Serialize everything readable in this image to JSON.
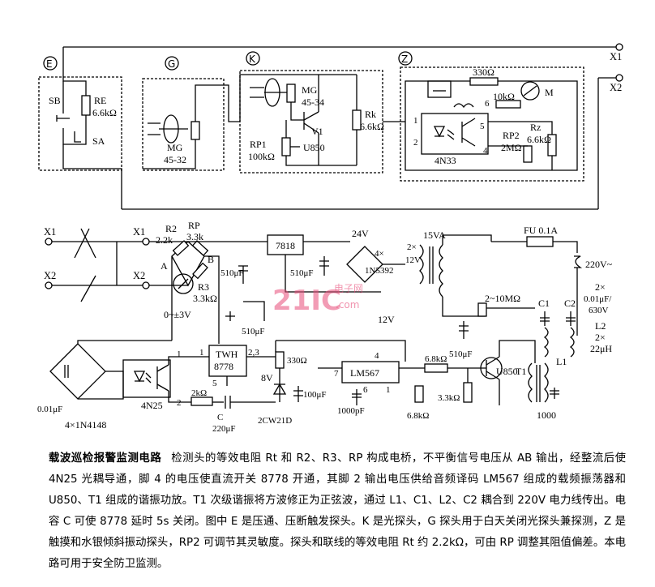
{
  "labels": {
    "E": "E",
    "G": "G",
    "K": "K",
    "Z": "Z",
    "X1": "X1",
    "X2": "X2",
    "SB": "SB",
    "SA": "SA",
    "RE": "RE",
    "RE_val": "6.6kΩ",
    "MG": "MG",
    "MG_G_val": "45-32",
    "MG_K_val": "45-34",
    "RP1": "RP1",
    "RP1_val": "100kΩ",
    "V1": "V1",
    "U850": "U850",
    "Rk": "Rk",
    "Rk_val": "6.6kΩ",
    "R330_top": "330Ω",
    "R10k": "10kΩ",
    "M": "M",
    "pin1": "1",
    "pin2": "2",
    "pin4": "4",
    "pin5": "5",
    "pin6": "6",
    "N33": "4N33",
    "RP2": "RP2",
    "RP2_val": "2MΩ",
    "Rz": "Rz",
    "Rz_val": "6.6kΩ",
    "R2": "R2",
    "R2_val": "2.2k",
    "RP": "RP",
    "RP_val": "3.3k",
    "A": "A",
    "B": "B",
    "R3": "R3",
    "R3_val": "3.3kΩ",
    "meter": "0~±3V",
    "IC7818": "7818",
    "C510a": "510μF",
    "C510b": "510μF",
    "C510c": "510μF",
    "C510d": "510μF",
    "V24": "24V",
    "bridge_top": "4×",
    "bridge_top2": "1N5392",
    "V12": "12V",
    "T_2x": "2×",
    "T_12V": "12V",
    "VA15": "15VA",
    "FU": "FU 0.1A",
    "AC220": "220V~",
    "R2_10M": "2~10MΩ",
    "C1": "C1",
    "C2": "C2",
    "C2x": "2×",
    "C2_val": "0.01μF/",
    "C2_volt": "630V",
    "L2": "L2",
    "L2x": "2×",
    "L2_val": "22μH",
    "L1": "L1",
    "T1": "T1",
    "C1000": "1000",
    "TWH": "TWH",
    "TWH_n": "8778",
    "t1": "1",
    "t23": "2,3",
    "t5": "5",
    "R330": "330Ω",
    "V8": "8V",
    "C100": "100μF",
    "Z2CW": "2CW21D",
    "LM567": "LM567",
    "l4": "4",
    "l7": "7",
    "l6": "6",
    "l1": "1",
    "C1000u": "1000pF",
    "R68a": "6.8kΩ",
    "R33": "3.3kΩ",
    "R68b": "6.8kΩ",
    "U850b": "U850",
    "C001": "0.01μF",
    "D4": "4×1N4148",
    "N25": "4N25",
    "n1": "1",
    "n2": "2",
    "R2k": "2kΩ",
    "Ccap": "C",
    "C220": "220μF"
  },
  "watermark": {
    "main": "21IC",
    "sub": "电子网",
    "site": ".com"
  },
  "caption": {
    "title": "载波巡检报警监测电路",
    "body": "检测头的等效电阻 Rt 和 R2、R3、RP 构成电桥，不平衡信号电压从 AB 输出，经整流后使 4N25 光耦导通，脚 4 的电压使直流开关 8778 开通，其脚 2 输出电压供给音频译码 LM567 组成的载频振荡器和 U850、T1 组成的谐振功放。T1 次级谐振将方波修正为正弦波，通过 L1、C1、L2、C2 耦合到 220V 电力线传出。电容 C 可使 8778 延时 5s 关闭。图中 E 是压通、压断触发探头。K 是光探头，G 探头用于白天关闭光探头兼探测，Z 是触摸和水银倾斜振动探头，RP2 可调节其灵敏度。探头和联线的等效电阻 Rt 约 2.2kΩ，可由 RP 调整其阻值偏差。本电路可用于安全防卫监测。"
  }
}
